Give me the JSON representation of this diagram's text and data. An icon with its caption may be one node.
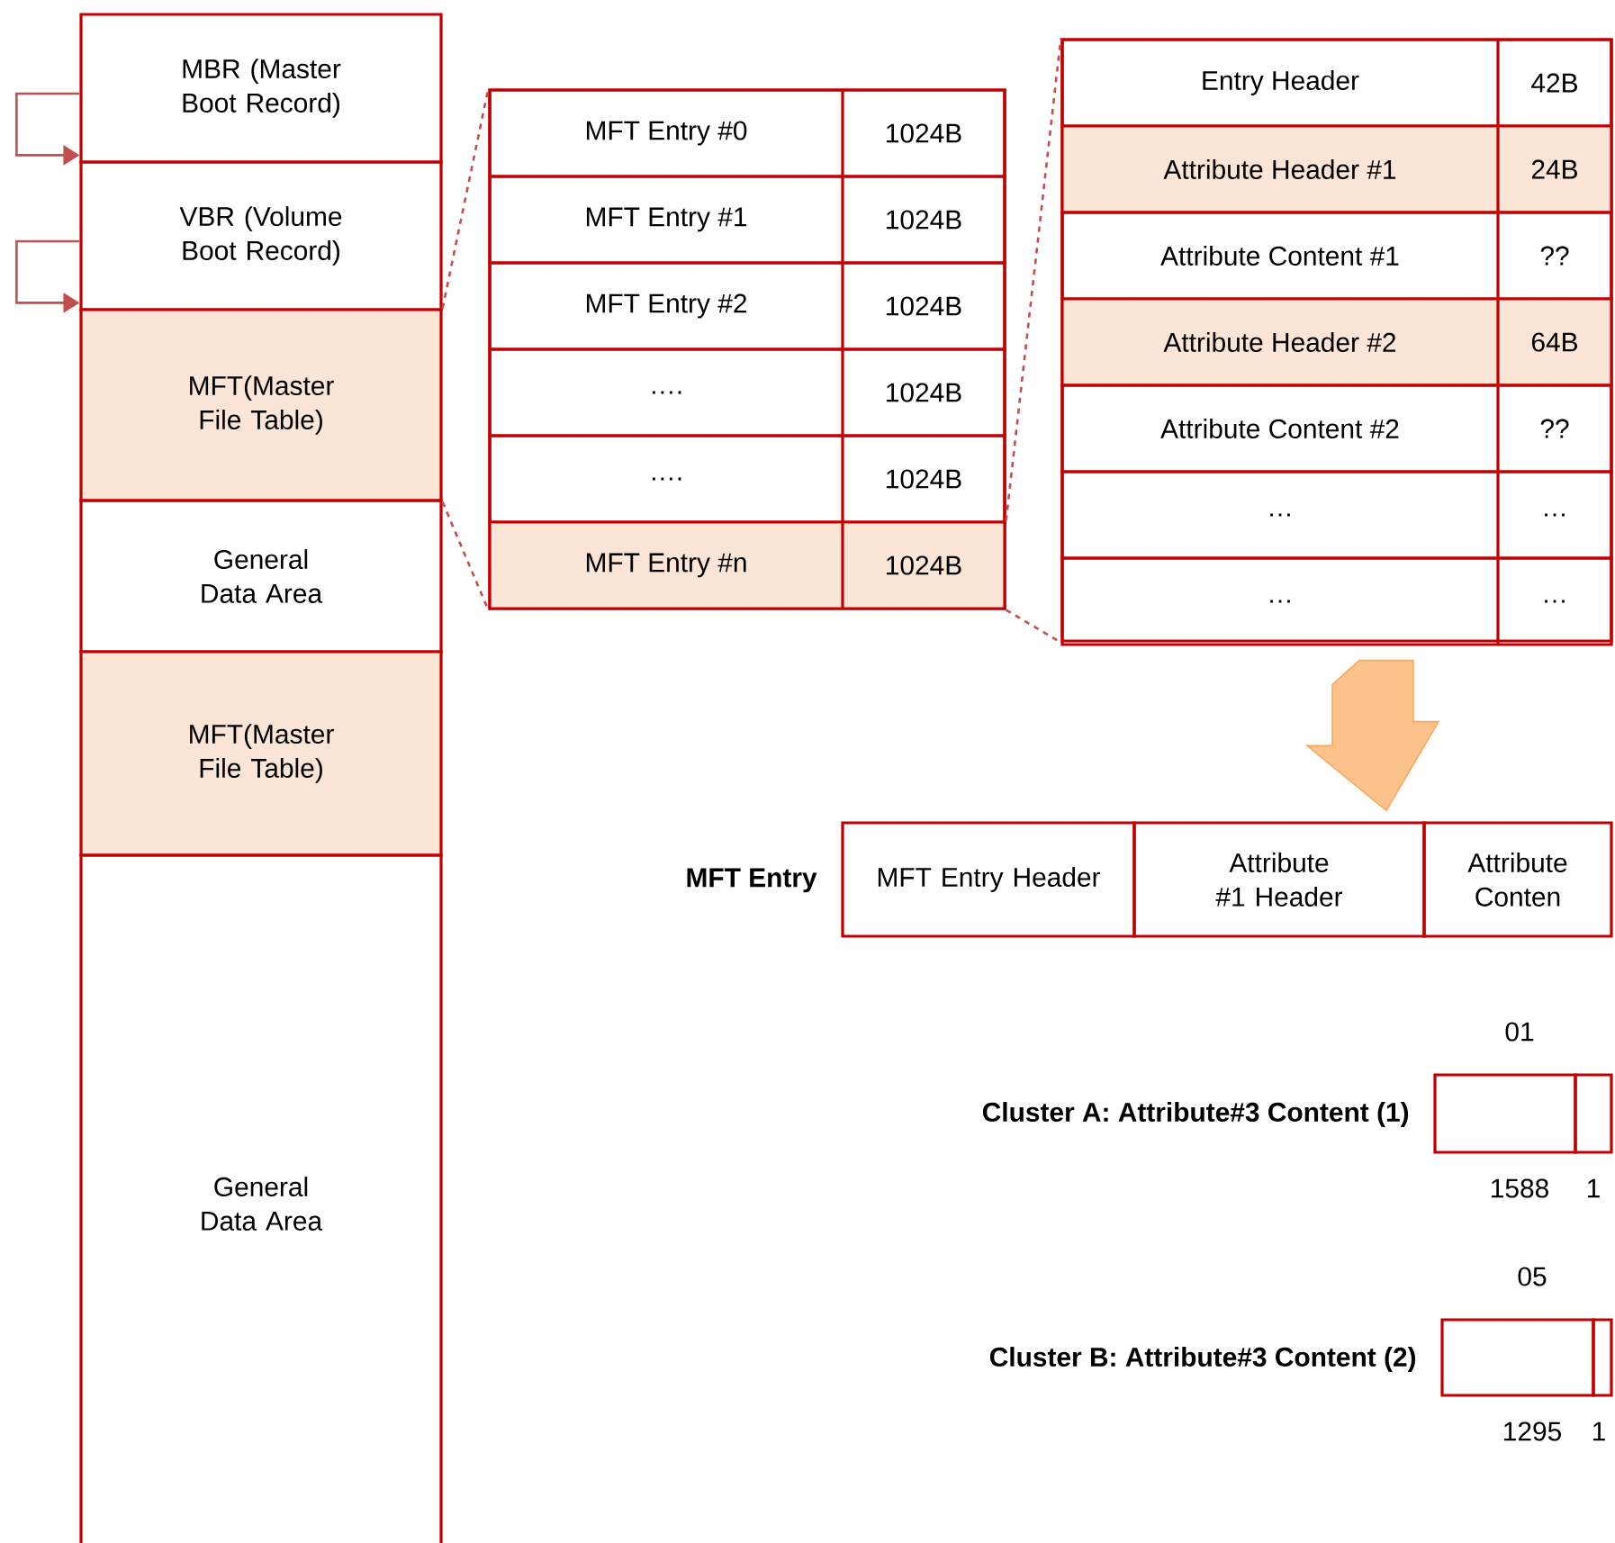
{
  "diagram": {
    "nodes": [
      {
        "text": [
          "MBR (Master Boot Record)"
        ]
      },
      {
        "text": [
          "VBR (Volume Boot Record)"
        ]
      },
      {
        "text": [
          "MFT(Master File Table)"
        ]
      },
      {
        "text": [
          "General Data Area"
        ]
      },
      {
        "text": [
          "MFT(Master File Table)"
        ]
      },
      {
        "text": [
          "General Data Area"
        ]
      },
      {
        "text": [],
        "shape": "box"
      },
      {
        "text": [
          "MFT Entry #0",
          "1024B"
        ],
        "in": 6
      },
      {
        "text": [
          "MFT Entry #1",
          "1024B"
        ],
        "in": 6
      },
      {
        "text": [
          "MFT Entry #2",
          "1024B"
        ],
        "in": 6
      },
      {
        "text": [
          "….",
          "1024B"
        ],
        "in": 6
      },
      {
        "text": [
          "….",
          "1024B"
        ],
        "in": 6
      },
      {
        "text": [
          "MFT Entry #n",
          "1024B"
        ],
        "in": 6
      },
      {
        "text": [],
        "shape": "box"
      },
      {
        "text": [
          "Entry Header",
          "42B"
        ],
        "in": 13
      },
      {
        "text": [
          "Attribute Header #1",
          "24B"
        ],
        "in": 13
      },
      {
        "text": [
          "Attribute Content #1",
          "??"
        ],
        "in": 13
      },
      {
        "text": [
          "Attribute Header #2",
          "64B"
        ],
        "in": 13
      },
      {
        "text": [
          "Attribute Content #2",
          "??"
        ],
        "in": 13
      },
      {
        "text": [
          "…",
          "…"
        ],
        "in": 13
      },
      {
        "text": [
          "…",
          "…"
        ],
        "in": 13
      },
      {
        "text": [
          "MFT Entry"
        ]
      },
      {
        "text": [
          "MFT Entry Header"
        ]
      },
      {
        "text": [
          "Attribute #1 Header"
        ]
      },
      {
        "text": [
          "Attribute Conten"
        ]
      },
      {
        "text": [
          "Cluster A: Attribute#3 Content (1)"
        ]
      },
      {
        "text": [],
        "shape": "box",
        "beside": [
          "01",
          "1588"
        ]
      },
      {
        "text": [],
        "shape": "box",
        "beside": [
          "1"
        ]
      },
      {
        "text": [
          "Cluster B: Attribute#3 Content (2)"
        ]
      },
      {
        "text": [],
        "shape": "box",
        "beside": [
          "05",
          "1295"
        ]
      },
      {
        "text": [],
        "shape": "box",
        "beside": [
          "1"
        ]
      }
    ],
    "edges": [
      {
        "from": 0,
        "to": 1,
        "arrow": "to"
      },
      {
        "from": 1,
        "to": 2,
        "arrow": "to"
      },
      {
        "from": 2,
        "to": 6,
        "arrow": "none",
        "style": "dashed"
      },
      {
        "from": 2,
        "to": 6,
        "arrow": "none",
        "style": "dashed"
      },
      {
        "from": 12,
        "to": 13,
        "arrow": "none",
        "style": "dashed"
      },
      {
        "from": 12,
        "to": 13,
        "arrow": "none",
        "style": "dashed"
      },
      {
        "from": 13,
        "to": 23,
        "arrow": "to",
        "color": "#f9a85a"
      }
    ]
  }
}
